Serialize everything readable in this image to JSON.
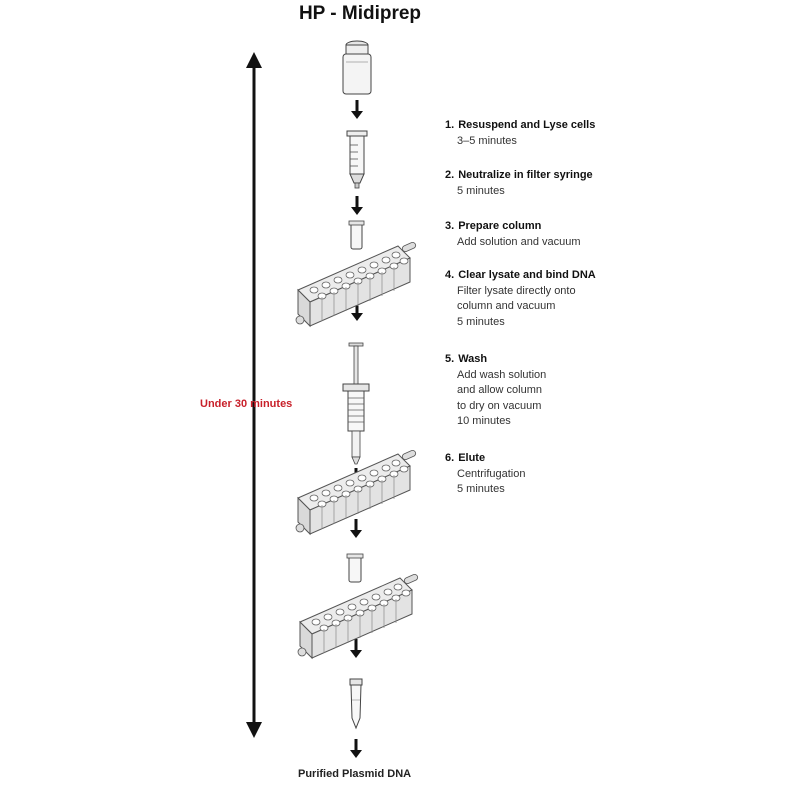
{
  "title": "HP - Midiprep",
  "timing": {
    "label": "Under 30 minutes",
    "color": "#c8202a"
  },
  "footer": "Purified Plasmid DNA",
  "steps": [
    {
      "num": "1.",
      "heading": "Resuspend and Lyse cells",
      "lines": [
        "3–5 minutes"
      ]
    },
    {
      "num": "2.",
      "heading": "Neutralize in filter syringe",
      "lines": [
        "5 minutes"
      ]
    },
    {
      "num": "3.",
      "heading": "Prepare column",
      "lines": [
        "Add solution and vacuum"
      ]
    },
    {
      "num": "4.",
      "heading": "Clear lysate and bind DNA",
      "lines": [
        "Filter lysate directly onto",
        "column and vacuum",
        "5 minutes"
      ]
    },
    {
      "num": "5.",
      "heading": "Wash",
      "lines": [
        "Add wash solution",
        "and allow column",
        "to dry on vacuum",
        "10 minutes"
      ]
    },
    {
      "num": "6.",
      "heading": "Elute",
      "lines": [
        "Centrifugation",
        "5 minutes"
      ]
    }
  ],
  "icons": [
    "bottle-icon",
    "filter-syringe-icon",
    "column-icon",
    "vacuum-manifold-icon",
    "wash-syringe-icon",
    "vacuum-manifold-icon",
    "column-icon",
    "centrifuge-rack-icon",
    "elution-tube-icon"
  ],
  "colors": {
    "line": "#111111",
    "device_fill": "#f4f4f4",
    "device_stroke": "#555555"
  }
}
